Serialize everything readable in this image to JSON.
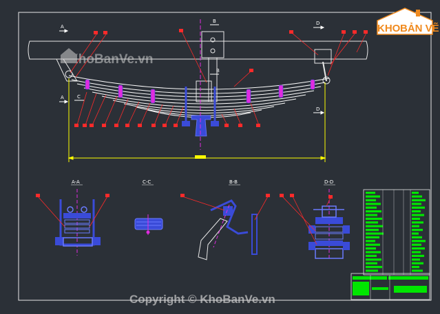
{
  "colors": {
    "background": "#2b3037",
    "frame": "#e8e8e8",
    "spring_leaf": "#ffffff",
    "part_blue": "#3a4bd8",
    "part_magenta": "#e02be0",
    "leader_red": "#ff2a2a",
    "dimension_yellow": "#ffff00",
    "table_green": "#00e600",
    "logo_orange": "#f08a1e"
  },
  "section_marks": {
    "a_top": "A",
    "a_bottom": "A",
    "b_top": "B",
    "b_bottom": "B",
    "c_mark": "C",
    "d_top": "D",
    "d_bottom": "D"
  },
  "views": {
    "aa": {
      "title": "A-A"
    },
    "cc": {
      "title": "C-C"
    },
    "bb": {
      "title": "B-B"
    },
    "dd": {
      "title": "D-D"
    }
  },
  "logo": {
    "text_kho": "KHO",
    "text_banve": "BẢN VẼ"
  },
  "watermark": {
    "center": "KhoBanVe.vn",
    "copyright": "Copyright © KhoBanVe.vn"
  },
  "icons": {
    "logo_house": "house-icon",
    "watermark_house": "house-icon"
  }
}
